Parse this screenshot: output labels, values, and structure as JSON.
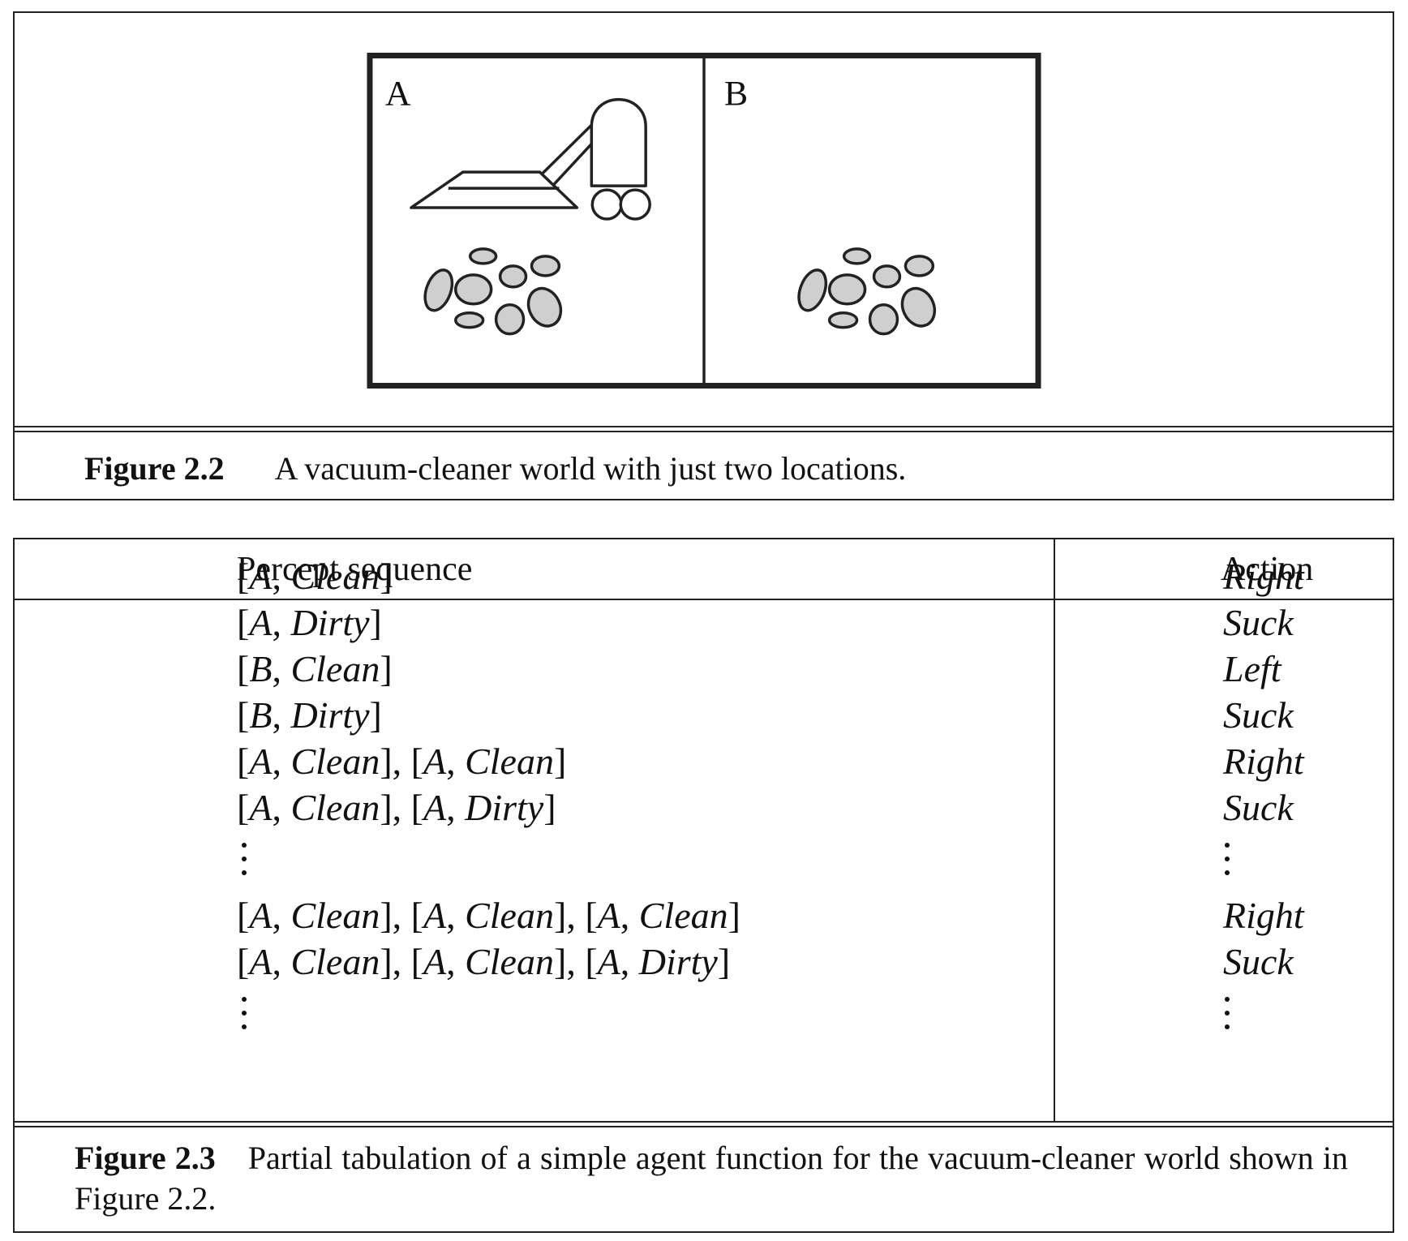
{
  "figure_2_2": {
    "label": "Figure 2.2",
    "caption": "A vacuum-cleaner world with just two locations.",
    "room_a_label": "A",
    "room_b_label": "B"
  },
  "figure_2_3": {
    "label": "Figure 2.3",
    "caption": "Partial tabulation of a simple agent function for the vacuum-cleaner world shown in Figure 2.2.",
    "headers": {
      "percept": "Percept sequence",
      "action": "Action"
    },
    "rows": [
      {
        "percept": [
          {
            "loc": "A",
            "state": "Clean"
          }
        ],
        "action": "Right"
      },
      {
        "percept": [
          {
            "loc": "A",
            "state": "Dirty"
          }
        ],
        "action": "Suck"
      },
      {
        "percept": [
          {
            "loc": "B",
            "state": "Clean"
          }
        ],
        "action": "Left"
      },
      {
        "percept": [
          {
            "loc": "B",
            "state": "Dirty"
          }
        ],
        "action": "Suck"
      },
      {
        "percept": [
          {
            "loc": "A",
            "state": "Clean"
          },
          {
            "loc": "A",
            "state": "Clean"
          }
        ],
        "action": "Right"
      },
      {
        "percept": [
          {
            "loc": "A",
            "state": "Clean"
          },
          {
            "loc": "A",
            "state": "Dirty"
          }
        ],
        "action": "Suck"
      },
      {
        "ellipsis": true
      },
      {
        "percept": [
          {
            "loc": "A",
            "state": "Clean"
          },
          {
            "loc": "A",
            "state": "Clean"
          },
          {
            "loc": "A",
            "state": "Clean"
          }
        ],
        "action": "Right"
      },
      {
        "percept": [
          {
            "loc": "A",
            "state": "Clean"
          },
          {
            "loc": "A",
            "state": "Clean"
          },
          {
            "loc": "A",
            "state": "Dirty"
          }
        ],
        "action": "Suck"
      },
      {
        "ellipsis": true
      }
    ]
  }
}
